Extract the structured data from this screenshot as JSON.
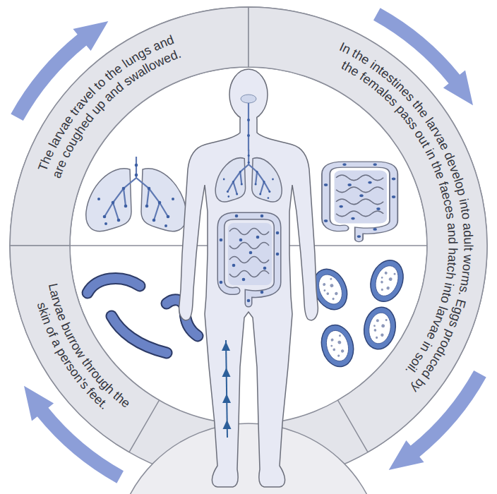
{
  "diagram": {
    "nodes": [
      {
        "text": [
          "The larvae travel to the lungs and are coughed up and swallowed."
        ]
      },
      {
        "text": [
          "In the intestines the larvae develop into adult worms. Eggs produced by the females pass out in the faeces and hatch into larvae in soil."
        ]
      },
      {
        "text": [
          "Larvae burrow through the skin of a person's feet."
        ]
      }
    ]
  }
}
